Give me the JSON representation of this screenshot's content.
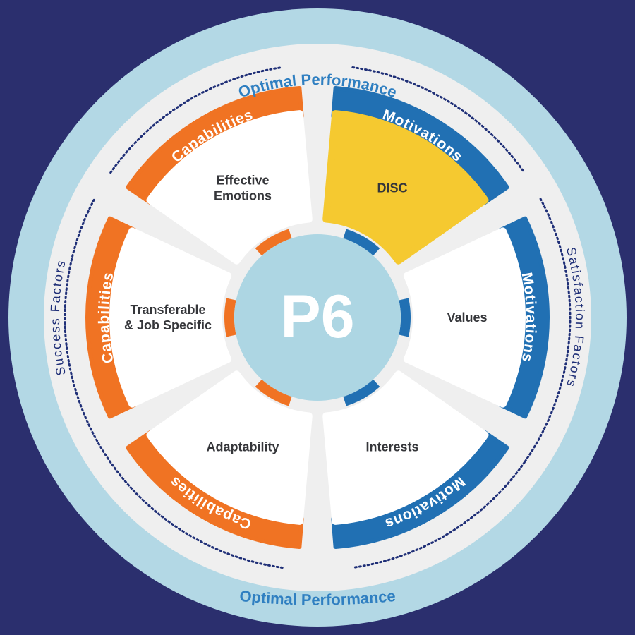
{
  "center": {
    "label": "P6"
  },
  "outer_ring": {
    "top_label": "Optimal Performance",
    "bottom_label": "Optimal Performance"
  },
  "side_labels": {
    "left": "Success Factors",
    "right": "Satisfaction Factors"
  },
  "segments": [
    {
      "id": "motivations-top",
      "band": "Motivations",
      "inner": [
        "DISC"
      ],
      "group": "motivations",
      "highlight": true
    },
    {
      "id": "motivations-right",
      "band": "Motivations",
      "inner": [
        "Values"
      ],
      "group": "motivations",
      "highlight": false
    },
    {
      "id": "motivations-bottom",
      "band": "Motivations",
      "inner": [
        "Interests"
      ],
      "group": "motivations",
      "highlight": false
    },
    {
      "id": "capabilities-bottom",
      "band": "Capabilities",
      "inner": [
        "Adaptability"
      ],
      "group": "capabilities",
      "highlight": false
    },
    {
      "id": "capabilities-left",
      "band": "Capabilities",
      "inner": [
        "Transferable",
        "& Job Specific"
      ],
      "group": "capabilities",
      "highlight": false
    },
    {
      "id": "capabilities-top",
      "band": "Capabilities",
      "inner": [
        "Effective",
        "Emotions"
      ],
      "group": "capabilities",
      "highlight": false
    }
  ],
  "colors": {
    "background": "#2b2f6e",
    "outer_ring": "#b3d8e5",
    "inner_disc": "#efefef",
    "center": "#add6e3",
    "motivations": "#2170b3",
    "capabilities": "#f07323",
    "highlight": "#f5c930",
    "segment_fill": "#ffffff",
    "dots": "#1f2f77"
  }
}
